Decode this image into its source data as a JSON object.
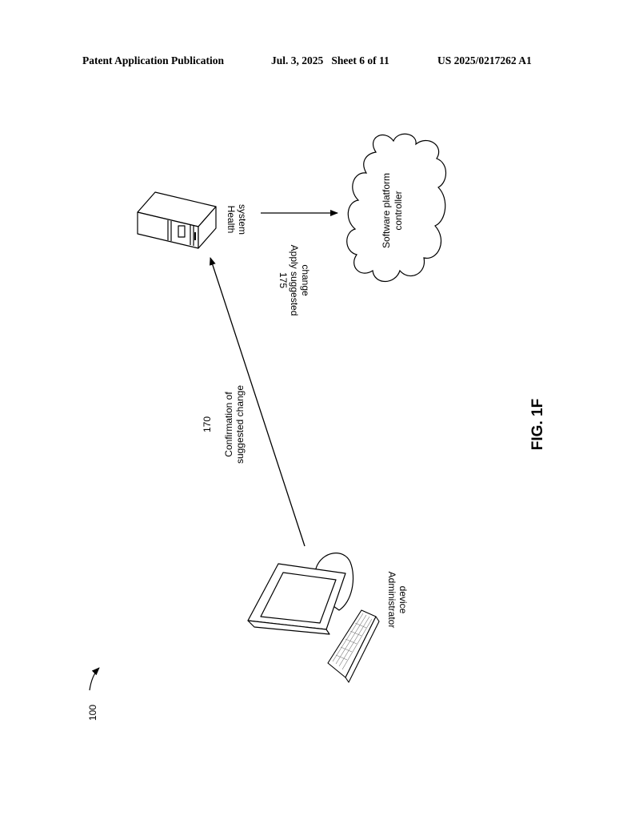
{
  "header": {
    "left": "Patent Application Publication",
    "middle": "Jul. 3, 2025   Sheet 6 of 11",
    "right": "US 2025/0217262 A1"
  },
  "figure": {
    "ref_number": "100",
    "caption": "FIG. 1F",
    "nodes": {
      "health_system": {
        "line1": "Health",
        "line2": "system"
      },
      "controller": {
        "line1": "Software platform",
        "line2": "controller"
      },
      "admin_device": {
        "line1": "Administrator",
        "line2": "device"
      }
    },
    "steps": {
      "s170": {
        "number": "170",
        "line1": "Confirmation of",
        "line2": "suggested change"
      },
      "s175": {
        "number": "175",
        "line1": "Apply suggested",
        "line2": "change"
      }
    }
  },
  "icons": [
    "server-icon",
    "cloud-icon",
    "computer-icon",
    "keyboard-icon"
  ],
  "colors": {
    "ink": "#000000",
    "paper": "#ffffff",
    "muted": "#555555"
  }
}
